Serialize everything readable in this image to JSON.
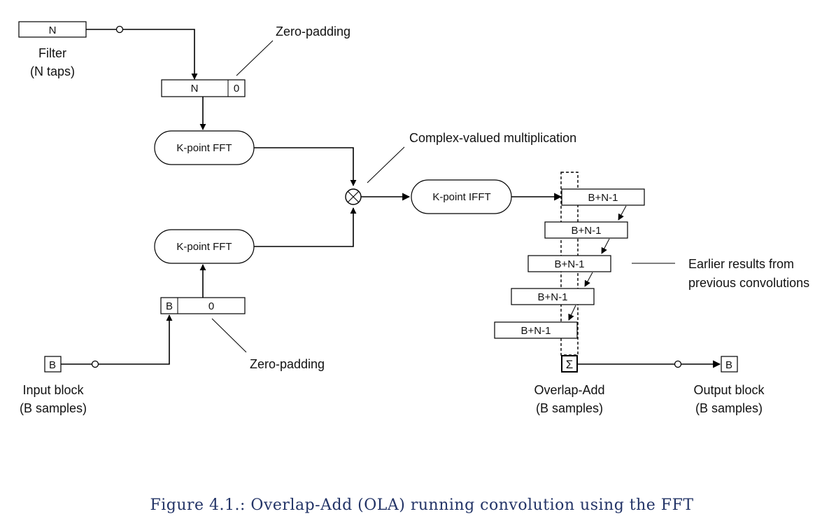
{
  "filter": {
    "block_label": "N",
    "title": "Filter",
    "subtitle": "(N taps)"
  },
  "filter_padded": {
    "n_label": "N",
    "zero_label": "0"
  },
  "zero_padding_top": "Zero-padding",
  "zero_padding_bottom": "Zero-padding",
  "fft_top": "K-point FFT",
  "fft_bottom": "K-point FFT",
  "multiplication_label": "Complex-valued multiplication",
  "multiply_symbol": "⊗",
  "ifft": "K-point IFFT",
  "input_padded": {
    "b_label": "B",
    "zero_label": "0"
  },
  "input": {
    "block_label": "B",
    "title": "Input block",
    "subtitle": "(B samples)"
  },
  "results": [
    "B+N-1",
    "B+N-1",
    "B+N-1",
    "B+N-1",
    "B+N-1"
  ],
  "earlier_results": {
    "line1": "Earlier results from",
    "line2": "previous convolutions"
  },
  "sum_symbol": "Σ",
  "overlap_add": {
    "title": "Overlap-Add",
    "subtitle": "(B samples)"
  },
  "output": {
    "block_label": "B",
    "title": "Output block",
    "subtitle": "(B samples)"
  },
  "caption": "Figure 4.1.: Overlap-Add (OLA) running convolution using the FFT"
}
